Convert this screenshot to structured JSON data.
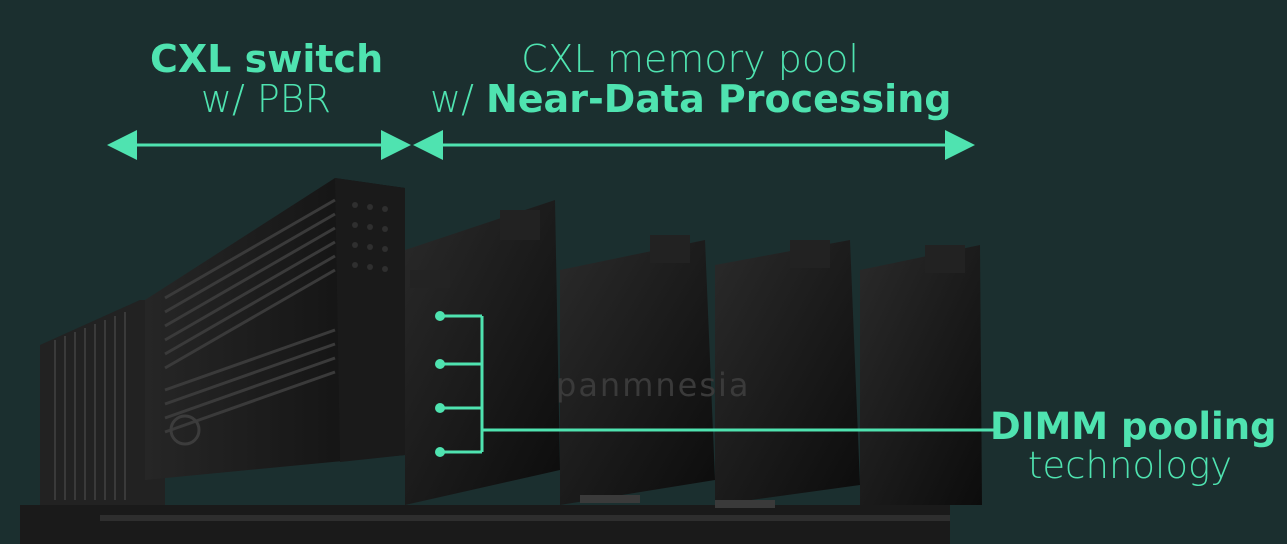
{
  "labels": {
    "switch": {
      "title": "CXL switch",
      "subtitle": "w/ PBR"
    },
    "pool": {
      "title": "CXL memory pool",
      "subtitle_prefix": "w/",
      "subtitle_bold": "Near-Data Processing"
    },
    "dimm": {
      "title": "DIMM pooling",
      "subtitle": "technology"
    }
  },
  "brand": "panmnesia",
  "colors": {
    "background": "#1b2f2f",
    "accent": "#4fe3b0",
    "hardware": "#141414"
  }
}
